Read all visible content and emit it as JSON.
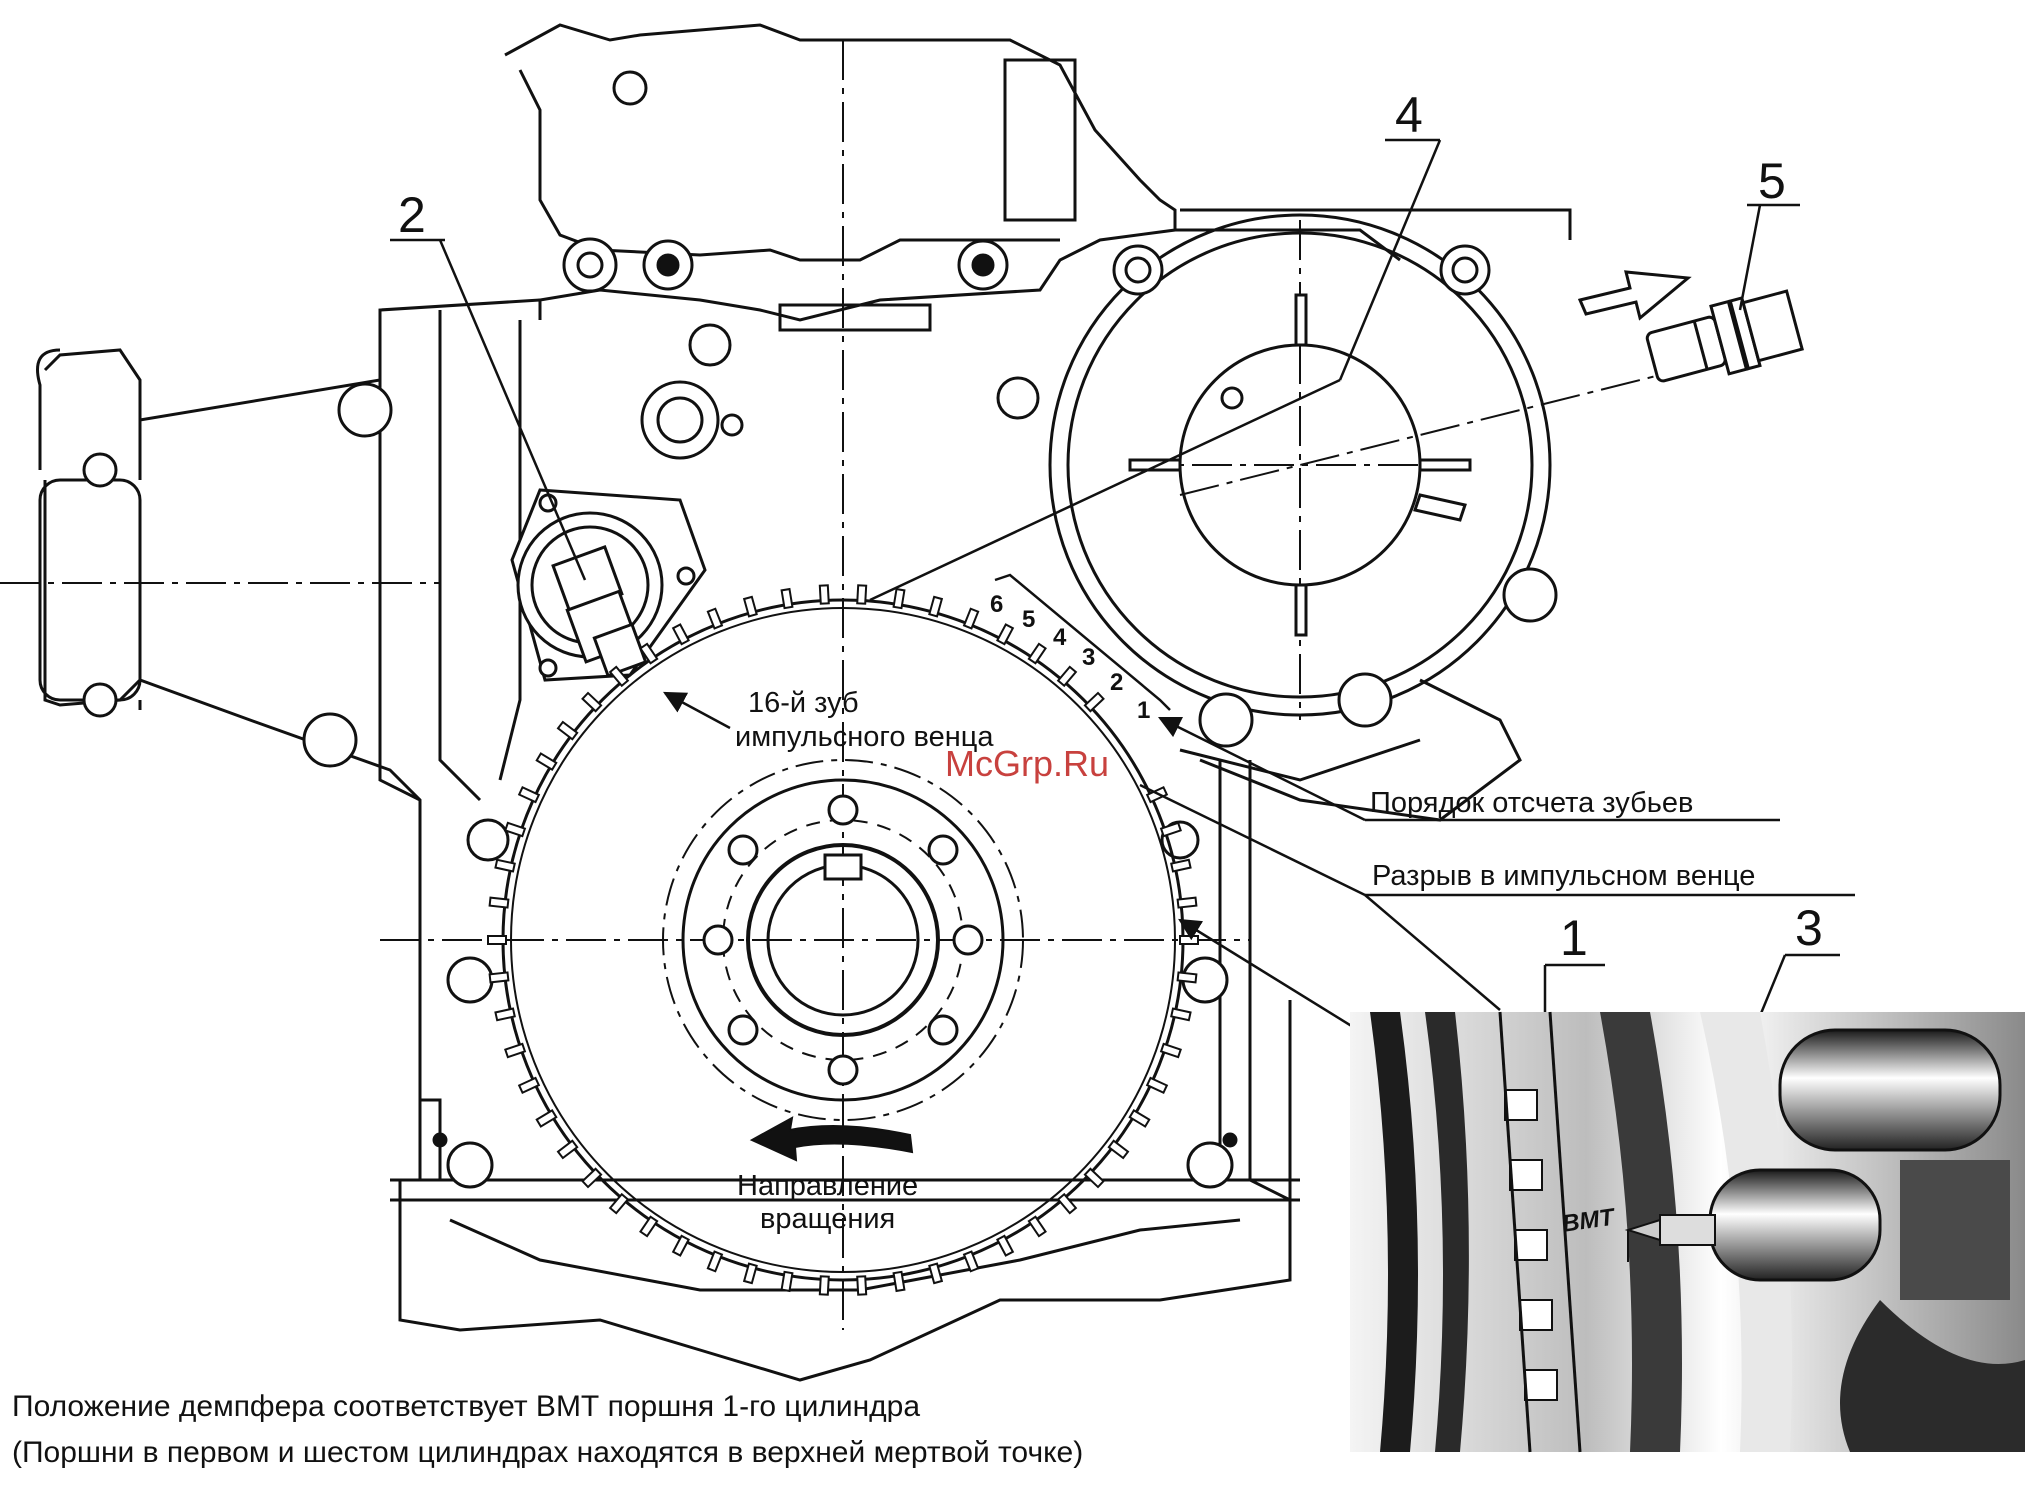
{
  "callouts": {
    "c1": "1",
    "c2": "2",
    "c3": "3",
    "c4": "4",
    "c5": "5"
  },
  "labels": {
    "tooth16_line1": "16-й зуб",
    "tooth16_line2": "импульсного венца",
    "tooth_order": "Порядок отсчета зубьев",
    "ring_gap": "Разрыв в импульсном венце",
    "rotation_line1": "Направление",
    "rotation_line2": "вращения",
    "bmt_mark": "ВМТ"
  },
  "tooth_numbers": [
    "6",
    "5",
    "4",
    "3",
    "2",
    "1"
  ],
  "watermark": "McGrp.Ru",
  "caption": {
    "line1": "Положение демпфера соответствует ВМТ поршня 1-го цилиндра",
    "line2": "(Поршни в первом и шестом цилиндрах находятся в верхней мертвой точке)"
  },
  "colors": {
    "ink": "#111111",
    "watermark": "#c8413e"
  }
}
